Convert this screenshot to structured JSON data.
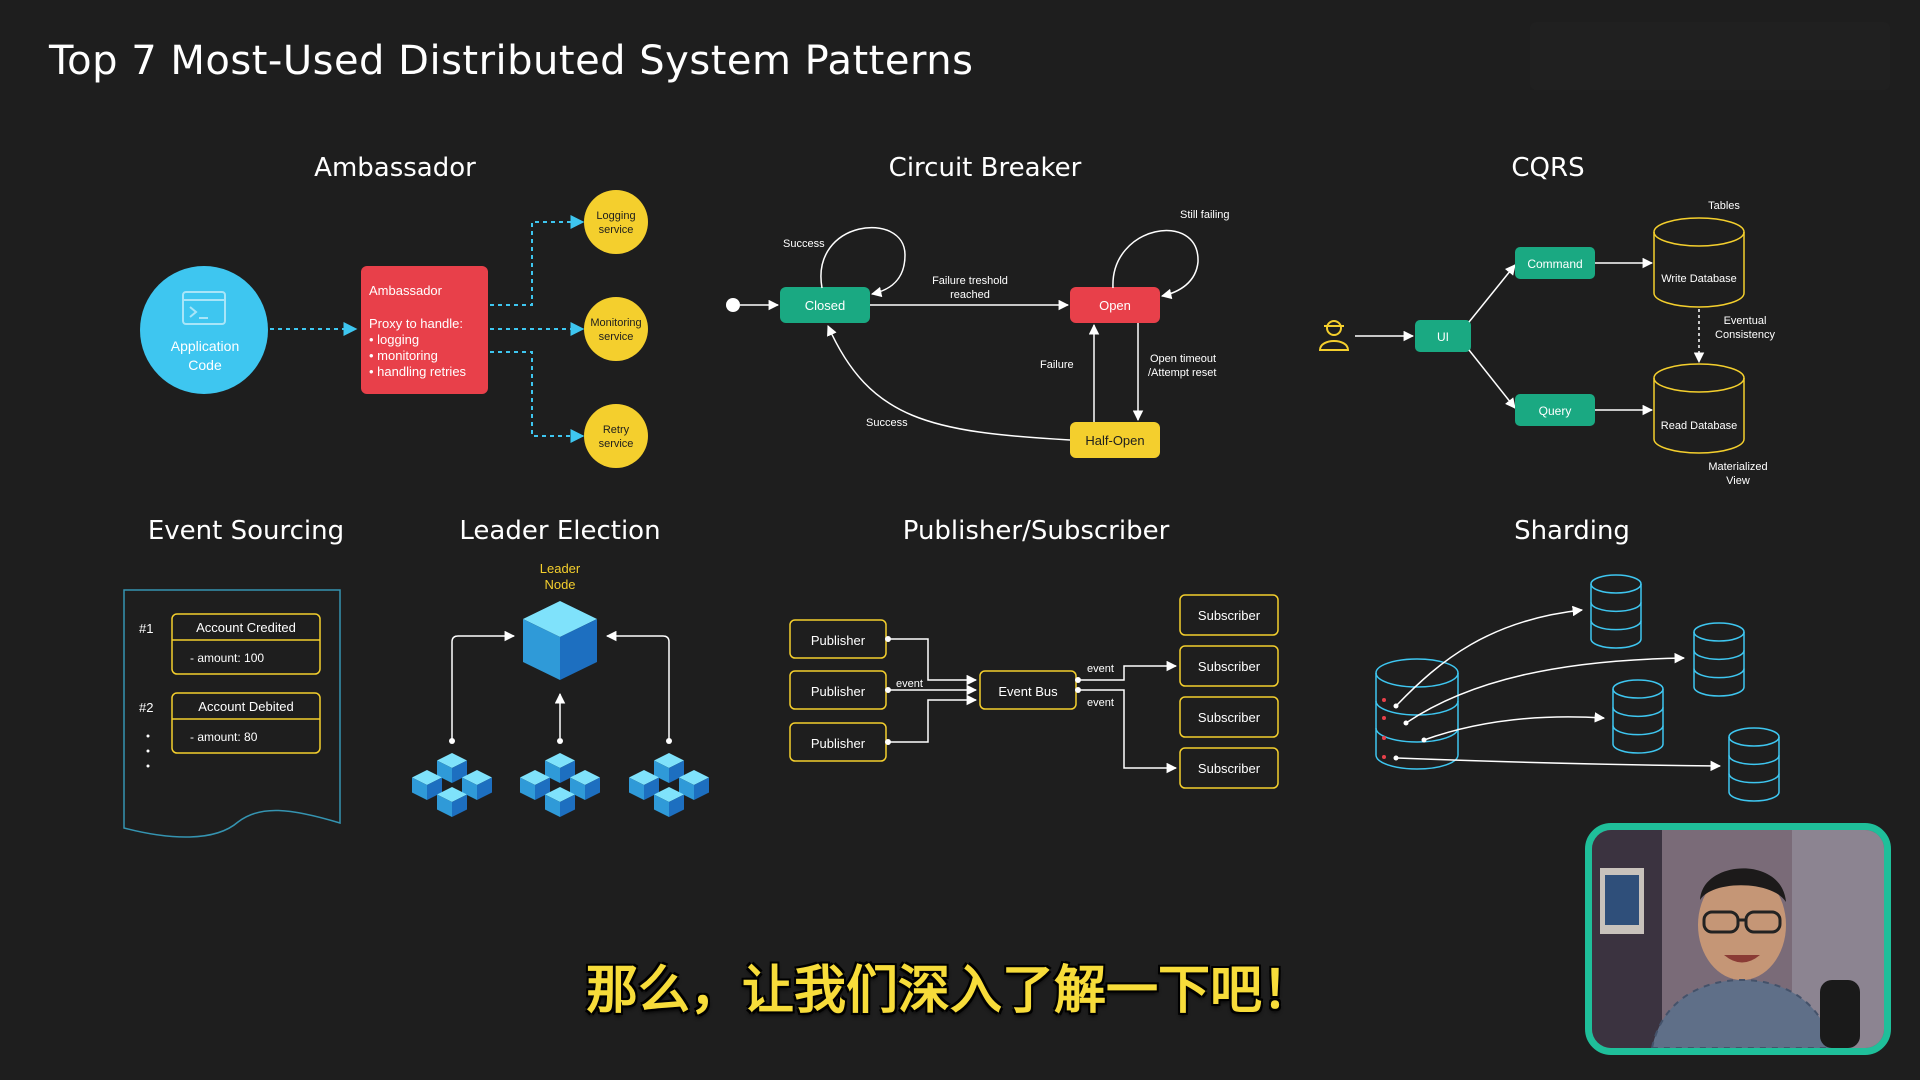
{
  "title": "Top 7 Most-Used Distributed System Patterns",
  "sections": {
    "ambassador": {
      "heading": "Ambassador",
      "app_code": [
        "Application",
        "Code"
      ],
      "box_title": "Ambassador",
      "box_lines": [
        "Proxy to handle:",
        "• logging",
        "• monitoring",
        "• handling retries"
      ],
      "services": [
        [
          "Logging",
          "service"
        ],
        [
          "Monitoring",
          "service"
        ],
        [
          "Retry",
          "service"
        ]
      ]
    },
    "circuit_breaker": {
      "heading": "Circuit Breaker",
      "states": {
        "closed": "Closed",
        "open": "Open",
        "half_open": "Half-Open"
      },
      "labels": {
        "success_top": "Success",
        "failure_threshold": [
          "Failure treshold",
          "reached"
        ],
        "still_failing": "Still failing",
        "failure": "Failure",
        "open_timeout": [
          "Open timeout",
          "/Attempt reset"
        ],
        "success_bottom": "Success"
      }
    },
    "cqrs": {
      "heading": "CQRS",
      "ui": "UI",
      "command": "Command",
      "query": "Query",
      "write_db": "Write Database",
      "read_db": "Read Database",
      "tables": "Tables",
      "eventual": [
        "Eventual",
        "Consistency"
      ],
      "materialized": [
        "Materialized",
        "View"
      ]
    },
    "event_sourcing": {
      "heading": "Event Sourcing",
      "events": [
        {
          "num": "#1",
          "name": "Account Credited",
          "detail": "- amount: 100"
        },
        {
          "num": "#2",
          "name": "Account Debited",
          "detail": "- amount: 80"
        }
      ]
    },
    "leader_election": {
      "heading": "Leader Election",
      "leader_label": [
        "Leader",
        "Node"
      ]
    },
    "pubsub": {
      "heading": "Publisher/Subscriber",
      "publishers": [
        "Publisher",
        "Publisher",
        "Publisher"
      ],
      "bus": "Event Bus",
      "event_label": "event",
      "subscribers": [
        "Subscriber",
        "Subscriber",
        "Subscriber",
        "Subscriber"
      ]
    },
    "sharding": {
      "heading": "Sharding"
    }
  },
  "subtitle": "那么，让我们深入了解一下吧！",
  "colors": {
    "background": "#1e1e1e",
    "cyan": "#3ec6f0",
    "red": "#e8404a",
    "yellow": "#f4cf2d",
    "green": "#1aa982",
    "teal_frame": "#1fbf9a"
  }
}
